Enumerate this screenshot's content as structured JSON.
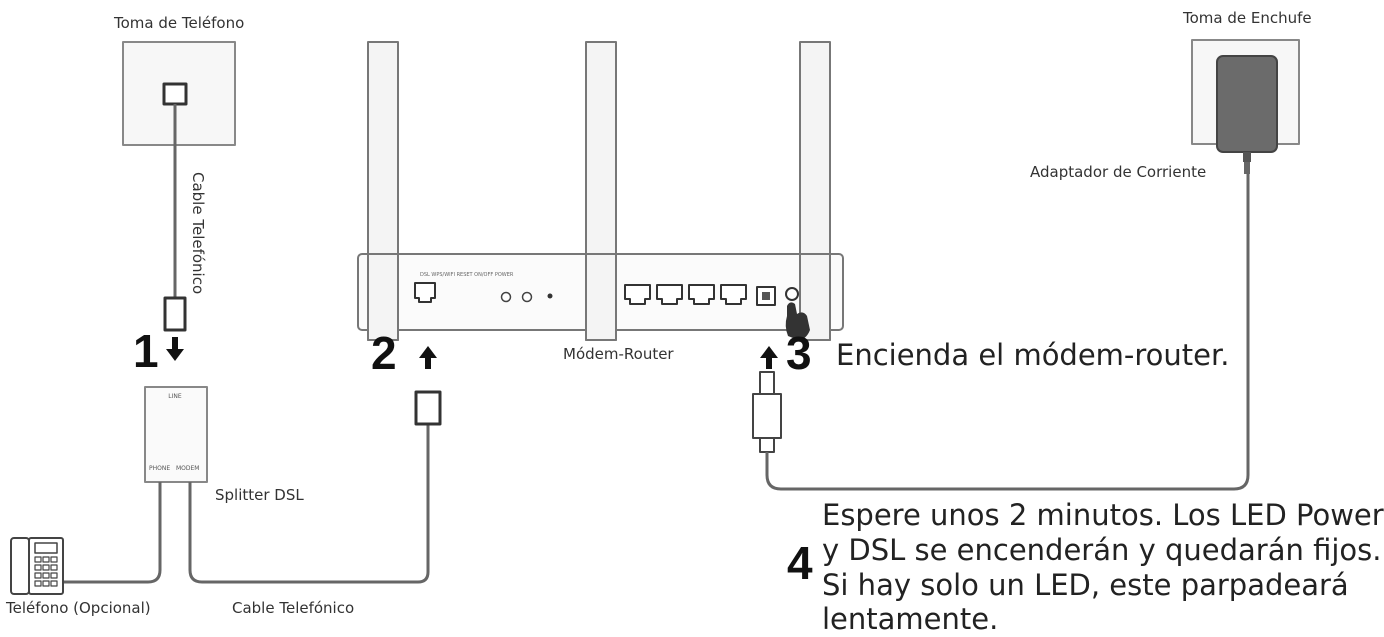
{
  "labels": {
    "phone_jack": "Toma de Teléfono",
    "power_outlet": "Toma de Enchufe",
    "power_adapter": "Adaptador de Corriente",
    "phone_cable_vertical": "Cable Telefónico",
    "modem_router": "Módem-Router",
    "splitter": "Splitter DSL",
    "telephone": "Teléfono (Opcional)",
    "phone_cable_bottom": "Cable Telefónico"
  },
  "steps": {
    "one": "1",
    "two": "2",
    "three": "3",
    "three_text": "Encienda el módem-router.",
    "four": "4",
    "four_lines": [
      "Espere unos 2 minutos. Los LED Power",
      "y DSL se encenderán y quedarán fijos.",
      "Si hay solo un LED, este parpadeará",
      "lentamente."
    ]
  }
}
